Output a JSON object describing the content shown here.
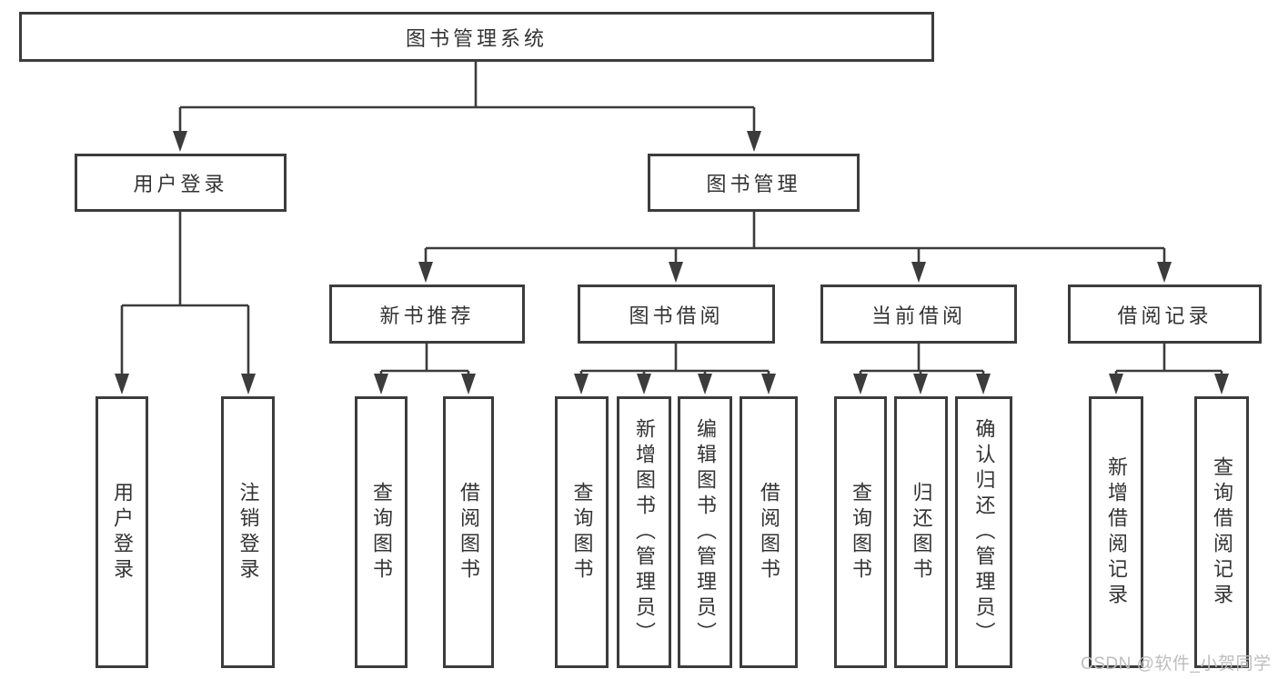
{
  "colors": {
    "line": "#3c3c3c",
    "text": "#333333",
    "background": "#ffffff",
    "watermark_text": "#bdbdbd"
  },
  "watermark": "CSDN @软件_小贺同学",
  "tree": {
    "label": "图书管理系统",
    "children": [
      {
        "label": "用户登录",
        "children": [
          {
            "label": "用户登录"
          },
          {
            "label": "注销登录"
          }
        ]
      },
      {
        "label": "图书管理",
        "children": [
          {
            "label": "新书推荐",
            "children": [
              {
                "label": "查询图书"
              },
              {
                "label": "借阅图书"
              }
            ]
          },
          {
            "label": "图书借阅",
            "children": [
              {
                "label": "查询图书"
              },
              {
                "label": "新增图书（管理员）"
              },
              {
                "label": "编辑图书（管理员）"
              },
              {
                "label": "借阅图书"
              }
            ]
          },
          {
            "label": "当前借阅",
            "children": [
              {
                "label": "查询图书"
              },
              {
                "label": "归还图书"
              },
              {
                "label": "确认归还（管理员）"
              }
            ]
          },
          {
            "label": "借阅记录",
            "children": [
              {
                "label": "新增借阅记录"
              },
              {
                "label": "查询借阅记录"
              }
            ]
          }
        ]
      }
    ]
  }
}
